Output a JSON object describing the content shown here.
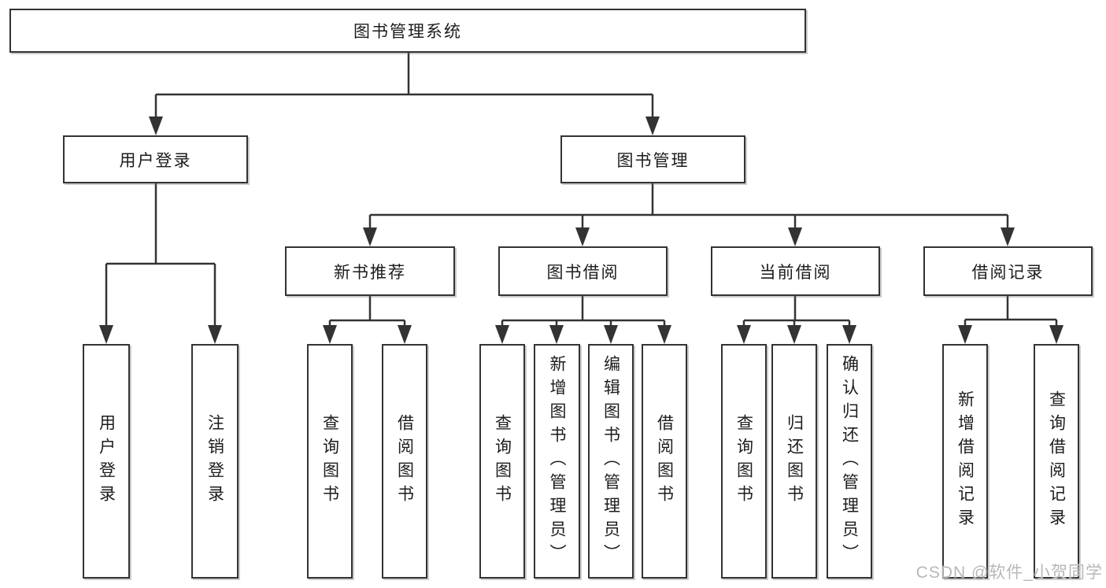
{
  "tree": {
    "label": "图书管理系统",
    "children": [
      {
        "label": "用户登录",
        "children": [
          {
            "label": "用户登录"
          },
          {
            "label": "注销登录"
          }
        ]
      },
      {
        "label": "图书管理",
        "children": [
          {
            "label": "新书推荐",
            "children": [
              {
                "label": "查询图书"
              },
              {
                "label": "借阅图书"
              }
            ]
          },
          {
            "label": "图书借阅",
            "children": [
              {
                "label": "查询图书"
              },
              {
                "label": "新增图书（管理员）"
              },
              {
                "label": "编辑图书（管理员）"
              },
              {
                "label": "借阅图书"
              }
            ]
          },
          {
            "label": "当前借阅",
            "children": [
              {
                "label": "查询图书"
              },
              {
                "label": "归还图书"
              },
              {
                "label": "确认归还（管理员）"
              }
            ]
          },
          {
            "label": "借阅记录",
            "children": [
              {
                "label": "新增借阅记录"
              },
              {
                "label": "查询借阅记录"
              }
            ]
          }
        ]
      }
    ]
  },
  "watermark": {
    "text": "CSDN @软件_小贺同学"
  },
  "colors": {
    "line": "#333333",
    "text": "#1c1c1c",
    "background": "#ffffff",
    "watermark": "#b8b8b8"
  }
}
